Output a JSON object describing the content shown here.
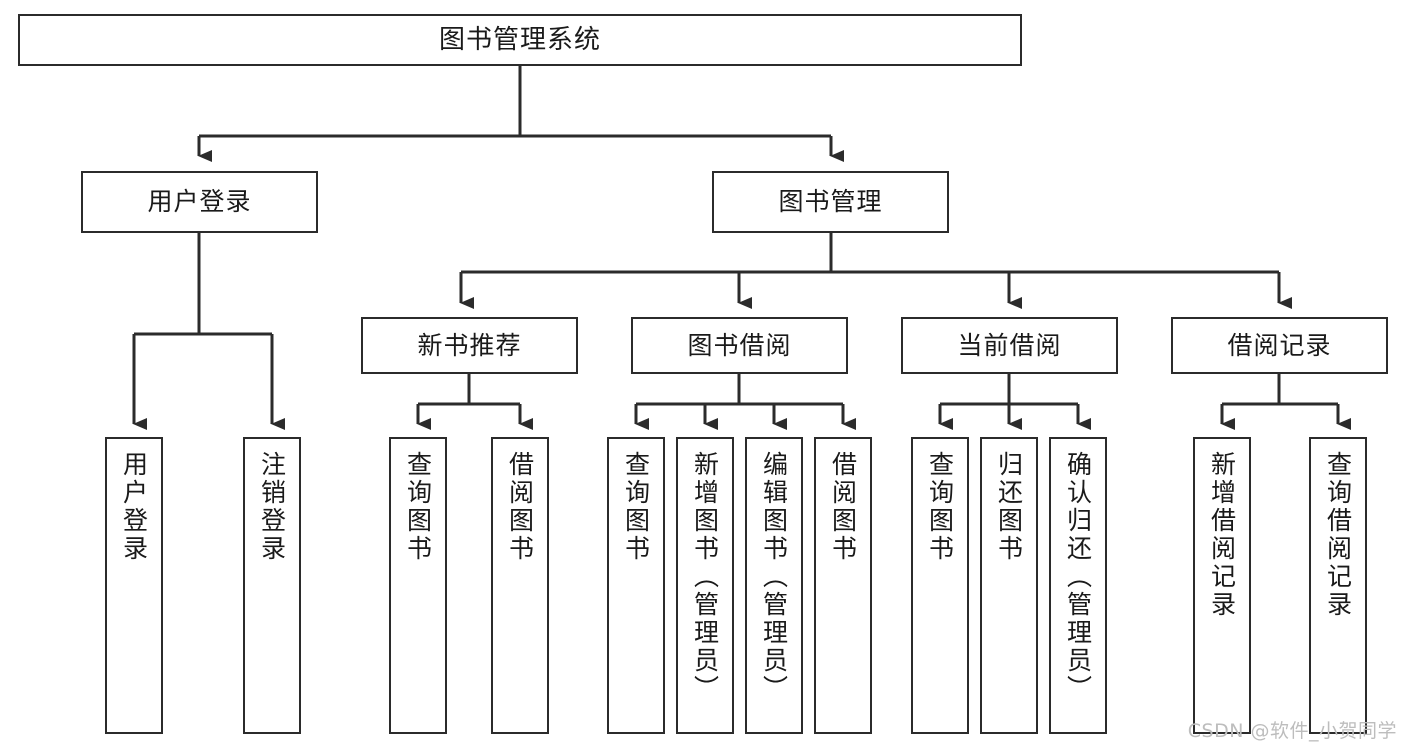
{
  "diagram": {
    "type": "tree-hierarchy",
    "title": "图书管理系统",
    "orientation": "top-down",
    "colors": {
      "stroke": "#2b2b2b",
      "fill": "#ffffff",
      "text": "#1a1a1a",
      "watermark": "#bdbdbd"
    }
  },
  "nodes": {
    "root": {
      "label": "图书管理系统",
      "level": 1
    },
    "level2": [
      {
        "id": "user-login",
        "label": "用户登录"
      },
      {
        "id": "book-manage",
        "label": "图书管理"
      }
    ],
    "level3": [
      {
        "id": "new-book-rec",
        "label": "新书推荐",
        "parent": "book-manage"
      },
      {
        "id": "book-borrow",
        "label": "图书借阅",
        "parent": "book-manage"
      },
      {
        "id": "current-borrow",
        "label": "当前借阅",
        "parent": "book-manage"
      },
      {
        "id": "borrow-record",
        "label": "借阅记录",
        "parent": "book-manage"
      }
    ],
    "leaves": [
      {
        "id": "leaf-user-login",
        "label": "用户登录",
        "parent": "user-login"
      },
      {
        "id": "leaf-user-logout",
        "label": "注销登录",
        "parent": "user-login"
      },
      {
        "id": "leaf-query-book-1",
        "label": "查询图书",
        "parent": "new-book-rec"
      },
      {
        "id": "leaf-borrow-book-1",
        "label": "借阅图书",
        "parent": "new-book-rec"
      },
      {
        "id": "leaf-query-book-2",
        "label": "查询图书",
        "parent": "book-borrow"
      },
      {
        "id": "leaf-add-book",
        "label": "新增图书（管理员）",
        "parent": "book-borrow"
      },
      {
        "id": "leaf-edit-book",
        "label": "编辑图书（管理员）",
        "parent": "book-borrow"
      },
      {
        "id": "leaf-borrow-book-2",
        "label": "借阅图书",
        "parent": "book-borrow"
      },
      {
        "id": "leaf-query-book-3",
        "label": "查询图书",
        "parent": "current-borrow"
      },
      {
        "id": "leaf-return-book",
        "label": "归还图书",
        "parent": "current-borrow"
      },
      {
        "id": "leaf-confirm-return",
        "label": "确认归还（管理员）",
        "parent": "current-borrow"
      },
      {
        "id": "leaf-add-record",
        "label": "新增借阅记录",
        "parent": "borrow-record"
      },
      {
        "id": "leaf-query-record",
        "label": "查询借阅记录",
        "parent": "borrow-record"
      }
    ]
  },
  "watermark": {
    "text": "CSDN @软件_小贺同学"
  }
}
